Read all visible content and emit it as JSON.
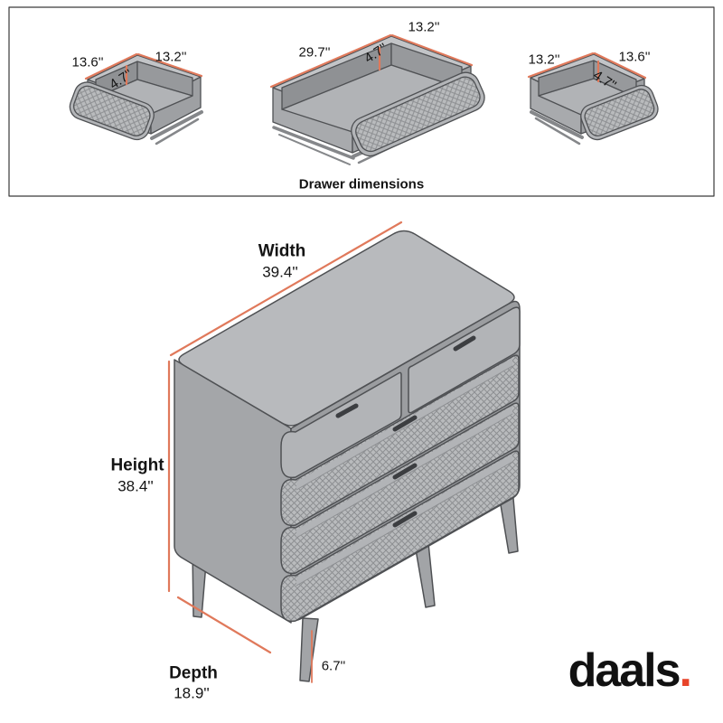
{
  "top_panel": {
    "caption": "Drawer dimensions",
    "drawers": [
      {
        "position": "left",
        "left_dim": "13.6''",
        "right_dim": "13.2''",
        "depth_dim": "4.7''"
      },
      {
        "position": "middle",
        "left_dim": "29.7''",
        "right_dim": "13.2''",
        "depth_dim": "4.7''"
      },
      {
        "position": "right",
        "left_dim": "13.2''",
        "right_dim": "13.6''",
        "depth_dim": "4.7''"
      }
    ]
  },
  "dresser": {
    "width_label": "Width",
    "width_value": "39.4''",
    "height_label": "Height",
    "height_value": "38.4''",
    "depth_label": "Depth",
    "depth_value": "18.9''",
    "leg_height_value": "6.7''"
  },
  "logo": {
    "brand": "daals",
    "dot": "."
  },
  "colors": {
    "dimension_line": "#E0795B",
    "logo_dot": "#E8442A",
    "furniture_gray": "#A9ABAE",
    "cane_gray": "#B9BBBD",
    "outline": "#4F5154"
  }
}
